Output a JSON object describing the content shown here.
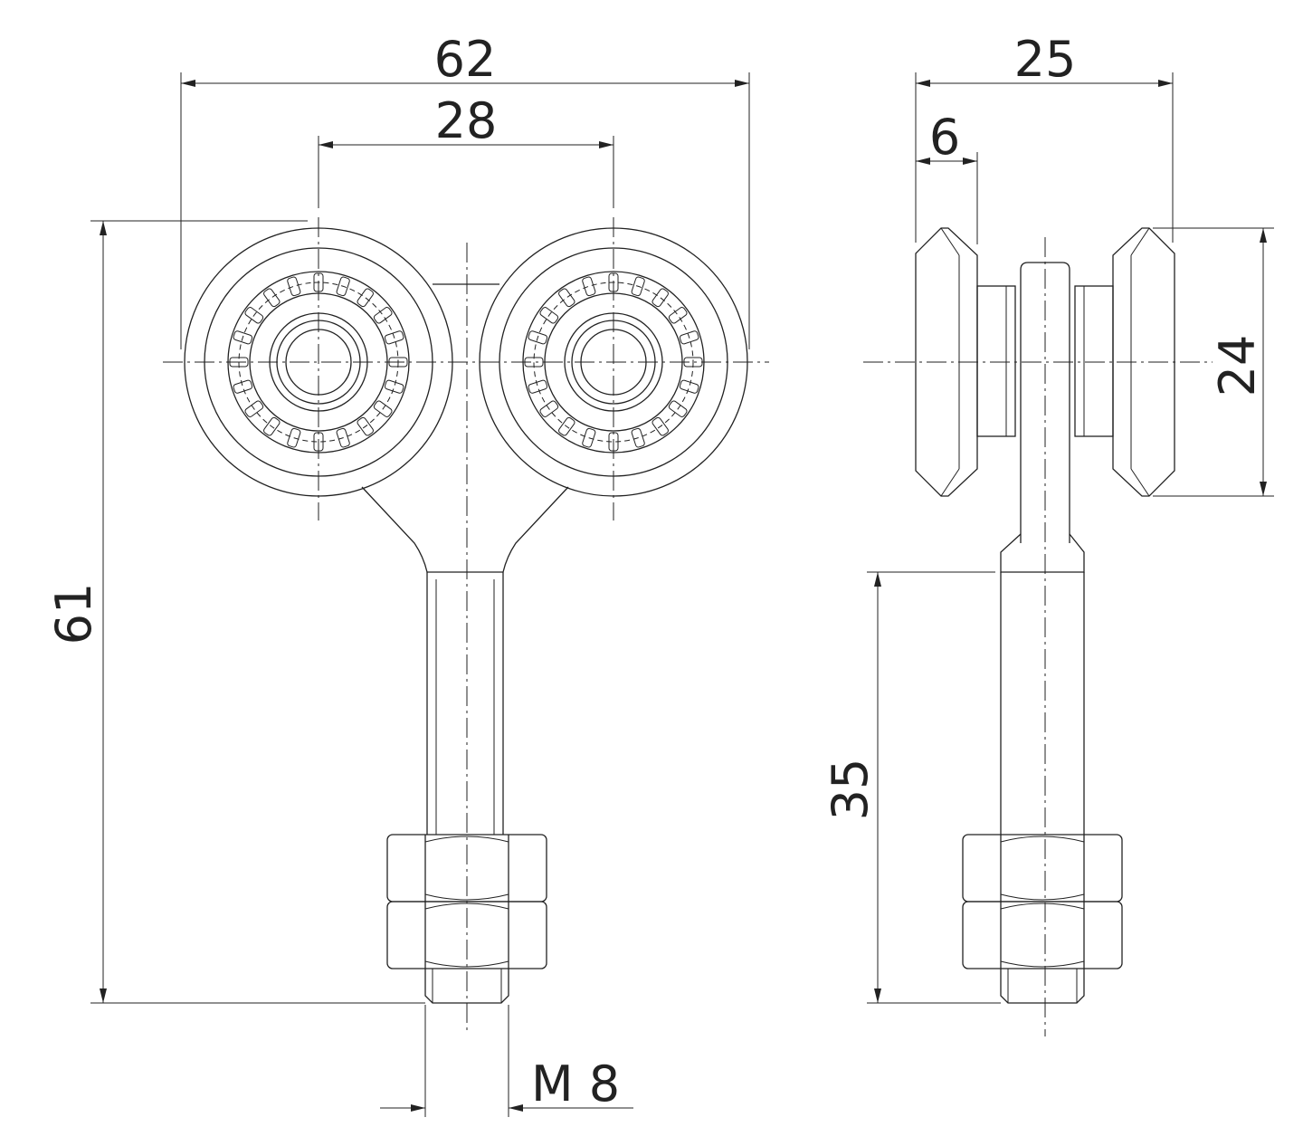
{
  "drawing": {
    "dimensions": {
      "overall_width": "62",
      "axle_spacing": "28",
      "overall_height": "61",
      "thread": "M 8",
      "side_width": "25",
      "wheel_width": "6",
      "wheel_diameter": "24",
      "stud_length": "35"
    }
  }
}
